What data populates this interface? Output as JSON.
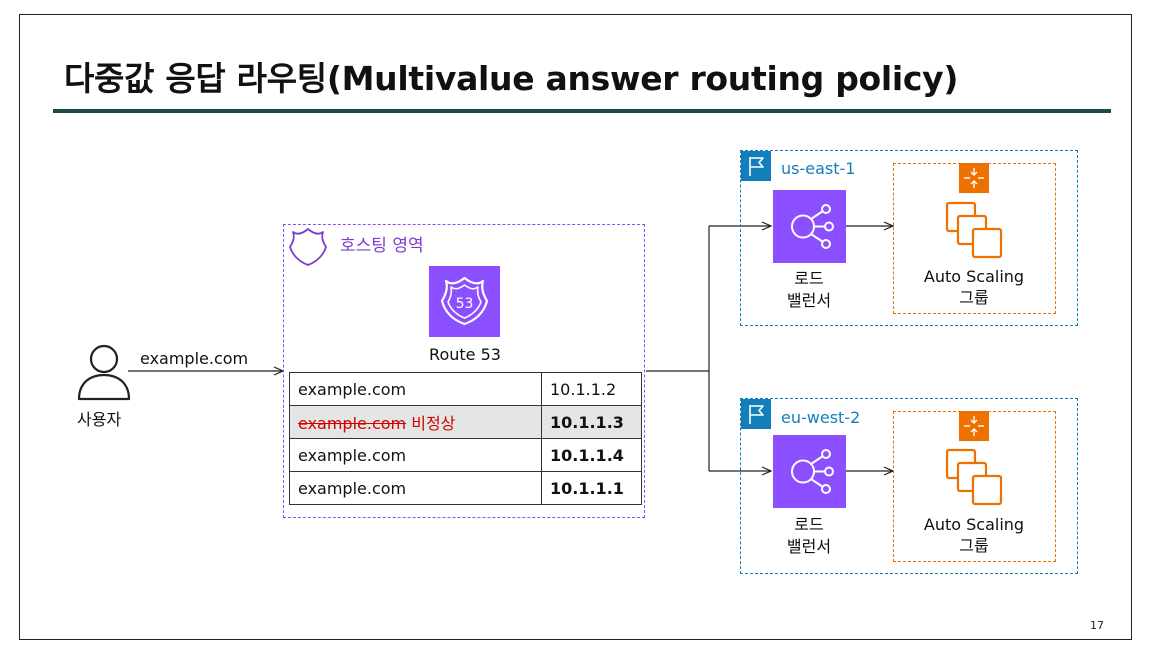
{
  "title": "다중값 응답 라우팅(Multivalue answer routing policy)",
  "page_number": "17",
  "user": {
    "label": "사용자",
    "query": "example.com"
  },
  "hosted_zone": {
    "label": "호스팅 영역",
    "service_label": "Route 53",
    "badge_text": "53"
  },
  "records": [
    {
      "name": "example.com",
      "ip": "10.1.1.2",
      "status": "",
      "healthy": true,
      "ip_bold": false
    },
    {
      "name": "example.com",
      "ip": "10.1.1.3",
      "status": "비정상",
      "healthy": false,
      "ip_bold": true
    },
    {
      "name": "example.com",
      "ip": "10.1.1.4",
      "status": "",
      "healthy": true,
      "ip_bold": true
    },
    {
      "name": "example.com",
      "ip": "10.1.1.1",
      "status": "",
      "healthy": true,
      "ip_bold": true
    }
  ],
  "regions": [
    {
      "name": "us-east-1",
      "lb_label_line1": "로드",
      "lb_label_line2": "밸런서",
      "asg_label_line1": "Auto Scaling",
      "asg_label_line2": "그룹"
    },
    {
      "name": "eu-west-2",
      "lb_label_line1": "로드",
      "lb_label_line2": "밸런서",
      "asg_label_line1": "Auto Scaling",
      "asg_label_line2": "그룹"
    }
  ],
  "colors": {
    "title_rule": "#1d4b4a",
    "purple": "#8c4fff",
    "region_blue": "#147eba",
    "asg_orange": "#ed7100",
    "unhealthy_red": "#d40000"
  }
}
